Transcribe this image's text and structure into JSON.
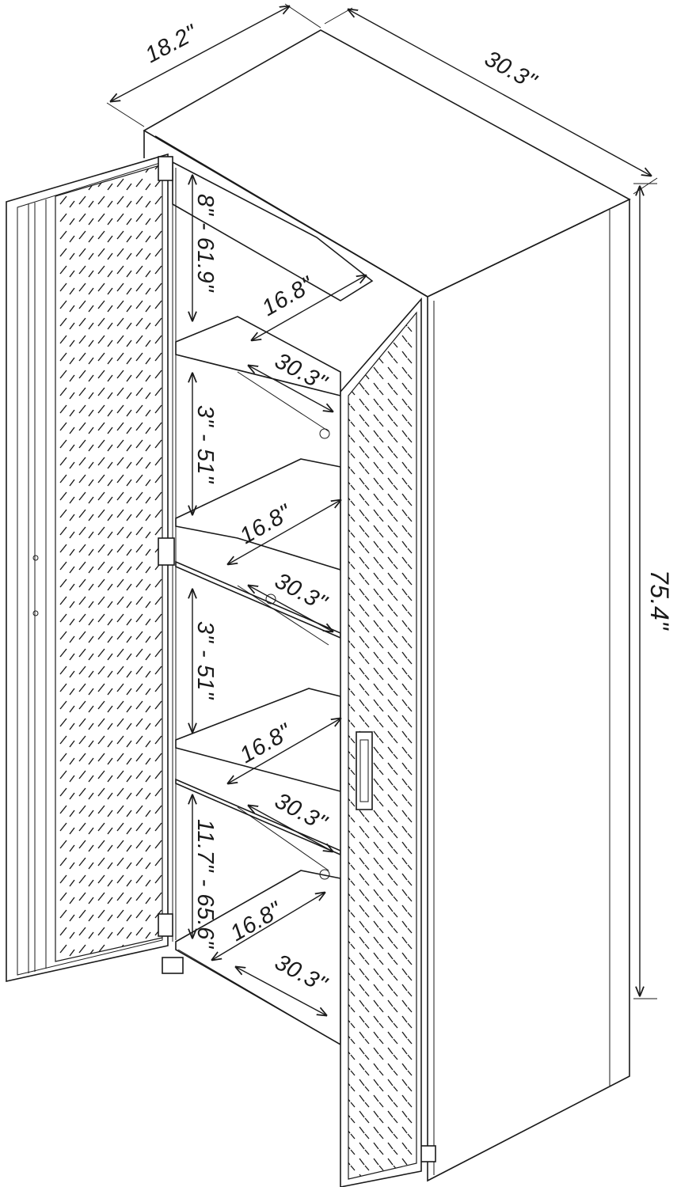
{
  "dimensions": {
    "overall_depth": "18.2\"",
    "overall_width": "30.3\"",
    "overall_height": "75.4\"",
    "shelf_depth": "16.8\"",
    "shelf_width": "30.3\"",
    "spacing_top": "8\" - 61.9\"",
    "spacing_second": "3\" - 51\"",
    "spacing_third": "3\" - 51\"",
    "spacing_bottom": "11.7\" - 65.6\""
  }
}
